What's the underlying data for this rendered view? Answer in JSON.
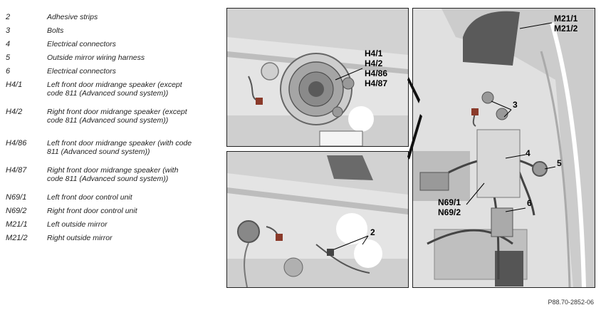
{
  "legend": [
    {
      "code": "2",
      "text": "Adhesive strips"
    },
    {
      "code": "3",
      "text": "Bolts"
    },
    {
      "code": "4",
      "text": "Electrical connectors"
    },
    {
      "code": "5",
      "text": "Outside mirror wiring harness"
    },
    {
      "code": "6",
      "text": "Electrical connectors"
    },
    {
      "code": "H4/1",
      "text": "Left front door midrange speaker (except code 811 (Advanced sound system))"
    },
    {
      "code": "H4/2",
      "text": "Right front door midrange speaker (except code 811 (Advanced sound system))"
    },
    {
      "code": "H4/86",
      "text": "Left front door midrange speaker (with code 811 (Advanced sound system))"
    },
    {
      "code": "H4/87",
      "text": "Right front door midrange speaker (with code 811 (Advanced sound system))"
    },
    {
      "code": "N69/1",
      "text": "Left front door control unit"
    },
    {
      "code": "N69/2",
      "text": "Right front door control unit"
    },
    {
      "code": "M21/1",
      "text": "Left outside mirror"
    },
    {
      "code": "M21/2",
      "text": "Right outside mirror"
    }
  ],
  "callouts": {
    "speaker": [
      "H4/1",
      "H4/2",
      "H4/86",
      "H4/87"
    ],
    "mirror": [
      "M21/1",
      "M21/2"
    ],
    "control_unit": [
      "N69/1",
      "N69/2"
    ],
    "bolts": "3",
    "connectors_4": "4",
    "harness": "5",
    "connectors_6": "6",
    "adhesive": "2"
  },
  "figure_id": "P88.70-2852-06"
}
